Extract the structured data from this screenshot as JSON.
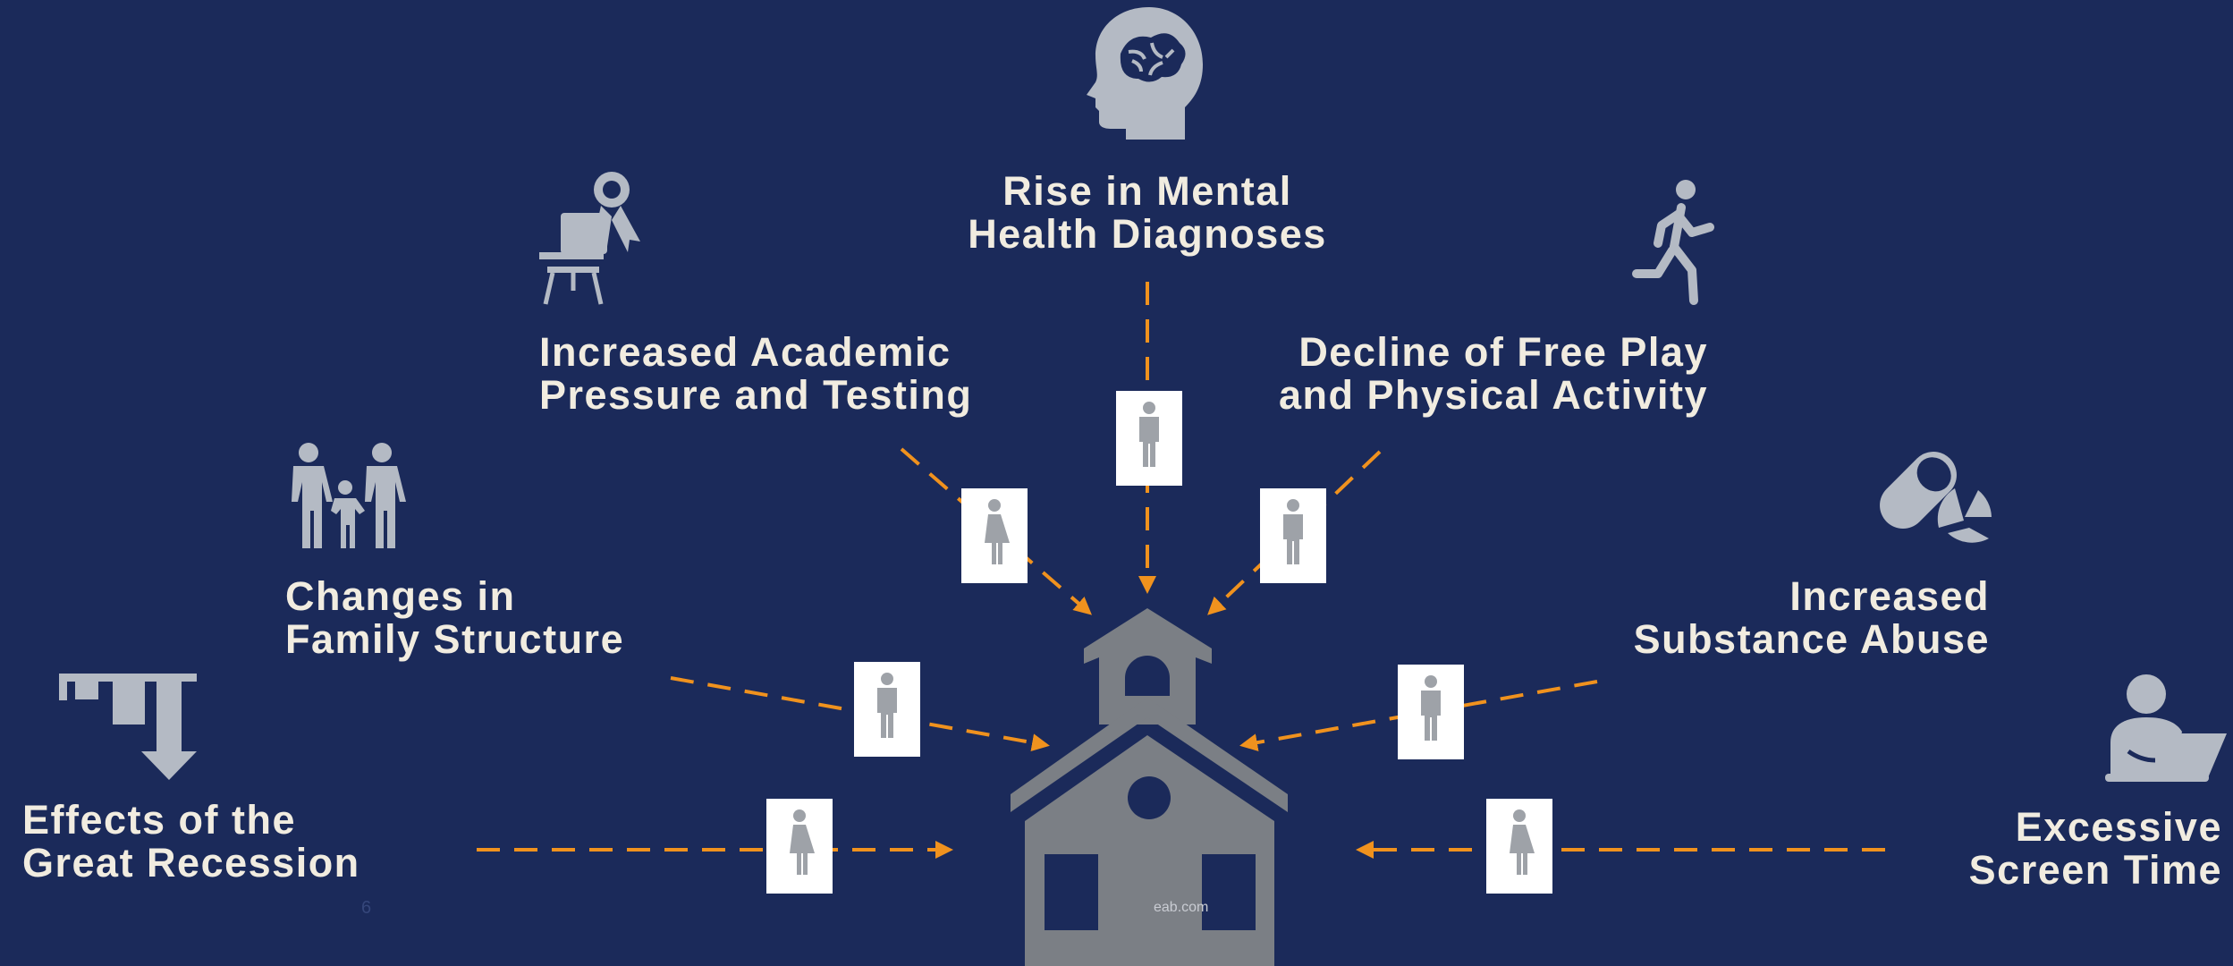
{
  "factors": [
    {
      "id": "mental-health",
      "icon": "brain-head-icon",
      "lines": [
        "Rise in Mental",
        "Health Diagnoses"
      ]
    },
    {
      "id": "academic",
      "icon": "desk-award-icon",
      "lines": [
        "Increased Academic",
        "Pressure and Testing"
      ]
    },
    {
      "id": "free-play",
      "icon": "runner-icon",
      "lines": [
        "Decline of Free Play",
        "and Physical Activity"
      ]
    },
    {
      "id": "family",
      "icon": "family-icon",
      "lines": [
        "Changes in",
        "Family Structure"
      ]
    },
    {
      "id": "substance",
      "icon": "pill-capsule-icon",
      "lines": [
        "Increased",
        "Substance Abuse"
      ]
    },
    {
      "id": "recession",
      "icon": "declining-chart-arrow-icon",
      "lines": [
        "Effects of the",
        "Great Recession"
      ]
    },
    {
      "id": "screen",
      "icon": "person-laptop-icon",
      "lines": [
        "Excessive",
        "Screen Time"
      ]
    }
  ],
  "center_icon": "schoolhouse-icon",
  "figure_icons": [
    "male-figure-icon",
    "female-figure-icon"
  ],
  "slide_number": "6",
  "footer": "eab.com",
  "colors": {
    "background": "#1b2a5a",
    "label_text": "#f1ece0",
    "icon": "#b4bac4",
    "arrow": "#f0921e",
    "school": "#7b7f85",
    "card": "#ffffff",
    "figure": "#9ea2a8"
  }
}
